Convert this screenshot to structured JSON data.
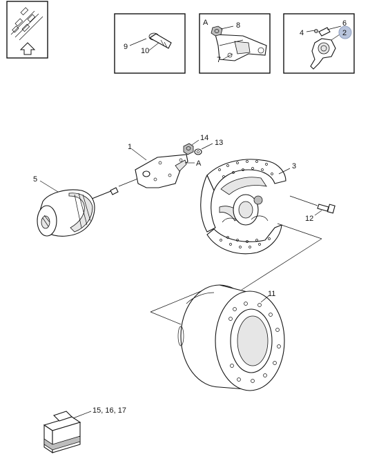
{
  "nav": {
    "icons": [
      "shelf-icon",
      "up-arrow-icon"
    ]
  },
  "callouts": {
    "c1": "1",
    "c2": "2",
    "c3": "3",
    "c4": "4",
    "c5": "5",
    "c6": "6",
    "c7": "7",
    "c8": "8",
    "c9": "9",
    "c10": "10",
    "c11": "11",
    "c12": "12",
    "c13": "13",
    "c14": "14",
    "c15": "15, 16, 17",
    "cA1": "A",
    "cA2": "A"
  },
  "highlight": {
    "selected_callout": "2",
    "color": "#b8c4dc"
  }
}
